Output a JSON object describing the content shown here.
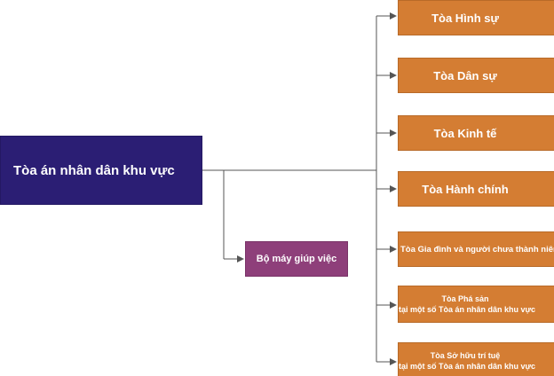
{
  "root": {
    "label": "Tòa án nhân dân khu vực"
  },
  "helper": {
    "label": "Bộ máy giúp việc"
  },
  "courts": [
    {
      "label": "Tòa Hình sự"
    },
    {
      "label": "Tòa Dân sự"
    },
    {
      "label": "Tòa Kinh tế"
    },
    {
      "label": "Tòa Hành chính"
    },
    {
      "label": "Tòa Gia đình và người chưa thành niên"
    },
    {
      "line1": "Tòa Phá sản",
      "line2": "tại một số Tòa án nhân dân khu vực"
    },
    {
      "line1": "Tòa Sở hữu trí tuệ",
      "line2": "tại một số Tòa án nhân dân khu vực"
    }
  ],
  "colors": {
    "root": "#2b1e74",
    "helper": "#8e3f7a",
    "court": "#d47d33",
    "connector": "#555555"
  }
}
